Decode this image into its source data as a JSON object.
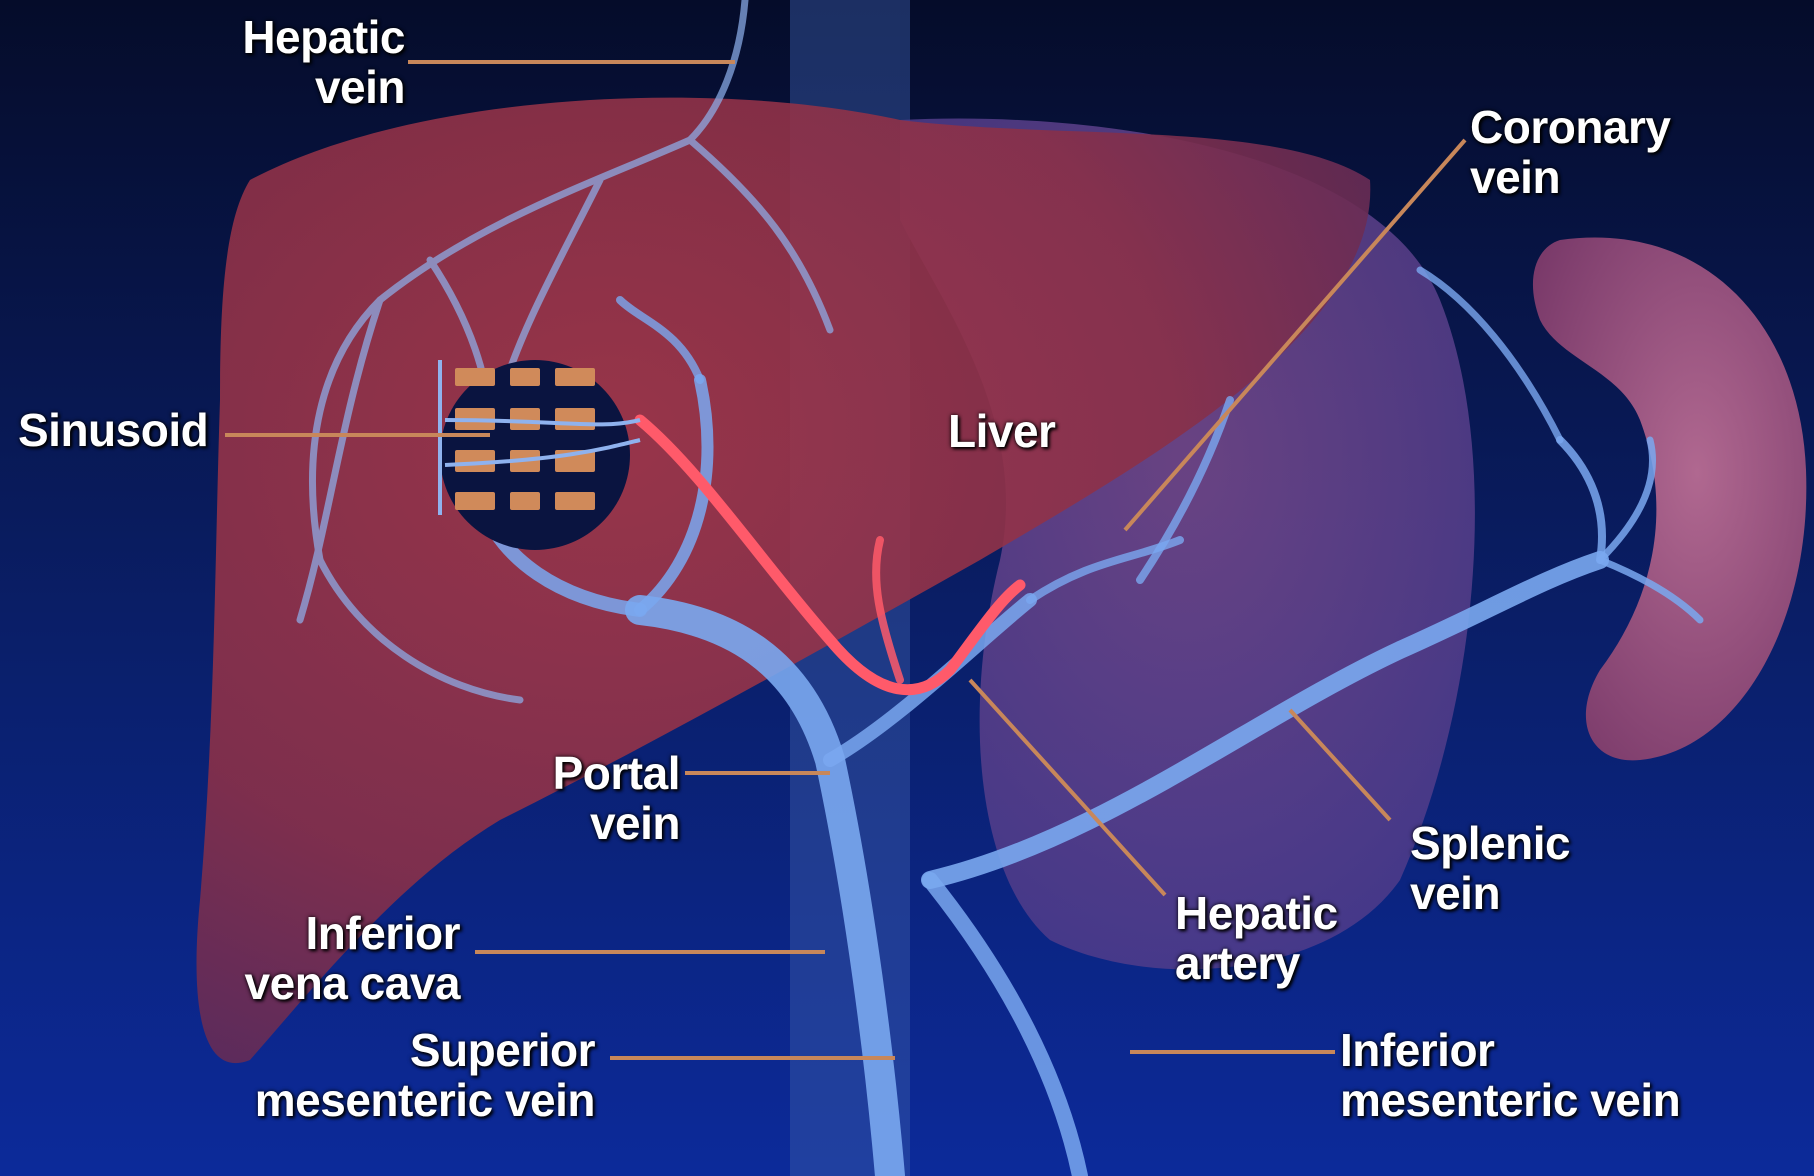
{
  "labels": {
    "hepatic_vein": [
      "Hepatic",
      "vein"
    ],
    "coronary_vein": [
      "Coronary",
      "vein"
    ],
    "sinusoid": [
      "Sinusoid"
    ],
    "liver": [
      "Liver"
    ],
    "portal_vein": [
      "Portal",
      "vein"
    ],
    "splenic_vein": [
      "Splenic",
      "vein"
    ],
    "inferior_vena_cava": [
      "Inferior",
      "vena cava"
    ],
    "hepatic_artery": [
      "Hepatic",
      "artery"
    ],
    "superior_mesenteric_vein": [
      "Superior",
      "mesenteric vein"
    ],
    "inferior_mesenteric_vein": [
      "Inferior",
      "mesenteric vein"
    ]
  },
  "colors": {
    "background_top": "#050c2a",
    "background_bottom": "#0c2a9a",
    "liver": "#8a3048",
    "spleen": "#9a5478",
    "vein": "#7aa8f0",
    "artery": "#ff5a6a",
    "leader_line": "#c8875a",
    "sinusoid_cell": "#d08a5a"
  }
}
